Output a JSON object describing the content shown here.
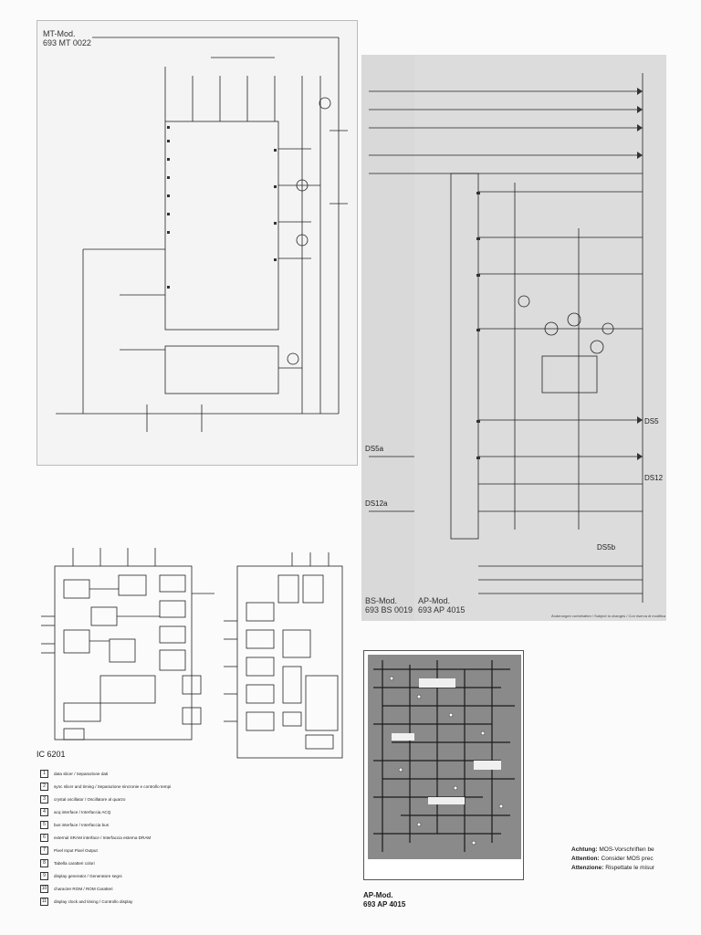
{
  "mt_module": {
    "label": "MT-Mod.",
    "number": "693 MT 0022"
  },
  "bs_module": {
    "label": "BS-Mod.",
    "number": "693 BS 0019"
  },
  "ap_module": {
    "label": "AP-Mod.",
    "number": "693 AP 4015"
  },
  "ic_label": "IC 6201",
  "connectors": {
    "ds5a": "DS5a",
    "ds12a": "DS12a",
    "ds5": "DS5",
    "ds12": "DS12",
    "ds5b": "DS5b"
  },
  "legend_items": [
    "data slicer / Separazione dati",
    "sync slicer and timing / Separazione sincronie e controllo tempi",
    "crystal oscillator / Oscillatore al quarzo",
    "acq interface / Interfaccia ACQ",
    "bus interface / Interfaccia bus",
    "external SRAM interface / Interfaccia esterna DRAM",
    "Pixel Input Pixel Output",
    "Tabella caratteri colori",
    "display generator / Generatore segni",
    "character ROM / ROM Caratteri",
    "display clock and timing / Controllo display"
  ],
  "warning": {
    "lines": [
      {
        "lead": "Achtung:",
        "text": "MOS-Vorschriften be"
      },
      {
        "lead": "Attention:",
        "text": "Consider MOS prec"
      },
      {
        "lead": "Attenzione:",
        "text": "Rispettate le misur"
      }
    ]
  },
  "pcb_label": {
    "label": "AP-Mod.",
    "number": "693 AP 4015"
  },
  "changes_note": "Änderungen vorbehalten / Subject to changes / Con riserva di modifica"
}
